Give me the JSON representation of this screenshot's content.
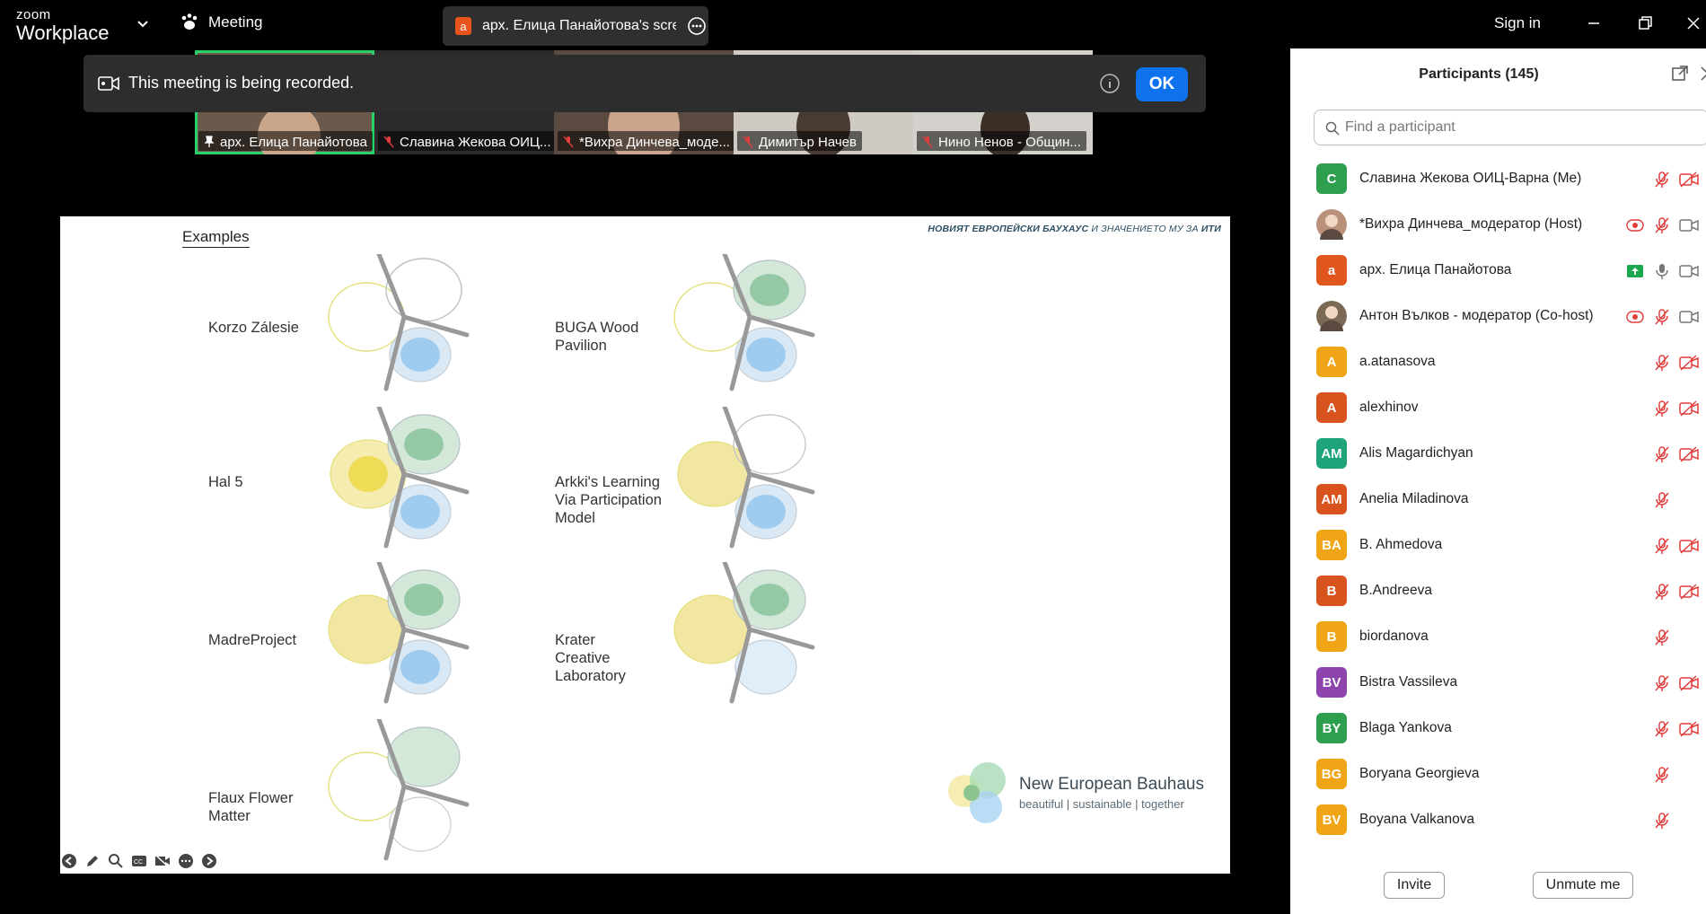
{
  "app": {
    "logo_small": "zoom",
    "logo_big": "Workplace",
    "meeting_label": "Meeting",
    "sign_in": "Sign in"
  },
  "share_pill": {
    "avatar_letter": "a",
    "label": "арх. Елица Панайотова's screen"
  },
  "gallery": [
    {
      "name": "арх. Елица Панайотова",
      "icon": "pin-icon",
      "active": true
    },
    {
      "name": "Славина Жекова ОИЦ...",
      "icon": "muted-mic-icon"
    },
    {
      "name": "*Вихра Динчева_моде...",
      "icon": "muted-mic-icon"
    },
    {
      "name": "Димитър Начев",
      "icon": "muted-mic-icon"
    },
    {
      "name": "Нино Ненов - Общин...",
      "icon": "muted-mic-icon"
    }
  ],
  "recording_banner": {
    "text": "This meeting is being recorded.",
    "ok_label": "OK"
  },
  "slide": {
    "section_title": "Examples",
    "header_right_a": "НОВИЯТ ЕВРОПЕЙСКИ БАУХАУС",
    "header_right_b": " и значението му за ",
    "header_right_c": "ИТИ",
    "examples": [
      {
        "label": "Korzo Zálesie"
      },
      {
        "label": "BUGA Wood Pavilion"
      },
      {
        "label": "Hal 5"
      },
      {
        "label": "Arkki's Learning Via Participation Model"
      },
      {
        "label": "MadreProject"
      },
      {
        "label": "Krater Creative Laboratory"
      },
      {
        "label": "Flaux Flower Matter"
      }
    ],
    "brand_title": "New European Bauhaus",
    "brand_tagline": "beautiful | sustainable | together"
  },
  "participants": {
    "title": "Participants (145)",
    "search_placeholder": "Find a participant",
    "list": [
      {
        "initials": "C",
        "color": "#2e9e4f",
        "name": "Славина Жекова ОИЦ-Варна (Me)",
        "mic": "muted",
        "video": "off"
      },
      {
        "initials": "",
        "color": "#b9907a",
        "name": "*Вихра Динчева_модератор (Host)",
        "rec": true,
        "mic": "muted",
        "video": "on"
      },
      {
        "initials": "a",
        "color": "#e0561d",
        "name": "арх. Елица Панайотова",
        "share": true,
        "mic": "on",
        "video": "on"
      },
      {
        "initials": "",
        "color": "#7a6a55",
        "name": "Антон Вълков - модератор (Co-host)",
        "rec": true,
        "mic": "muted",
        "video": "on"
      },
      {
        "initials": "A",
        "color": "#f0a516",
        "name": "a.atanasova",
        "mic": "muted",
        "video": "off"
      },
      {
        "initials": "A",
        "color": "#d9531e",
        "name": "alexhinov",
        "mic": "muted",
        "video": "off"
      },
      {
        "initials": "AM",
        "color": "#1fa37a",
        "name": "Alis Magardichyan",
        "mic": "muted",
        "video": "off"
      },
      {
        "initials": "AM",
        "color": "#d9531e",
        "name": "Anelia Miladinova",
        "mic": "muted"
      },
      {
        "initials": "BA",
        "color": "#f0a516",
        "name": "B. Ahmedova",
        "mic": "muted",
        "video": "off"
      },
      {
        "initials": "B",
        "color": "#d9531e",
        "name": "B.Andreeva",
        "mic": "muted",
        "video": "off"
      },
      {
        "initials": "B",
        "color": "#f0a516",
        "name": "biordanova",
        "mic": "muted"
      },
      {
        "initials": "BV",
        "color": "#8e44ad",
        "name": "Bistra Vassileva",
        "mic": "muted",
        "video": "off"
      },
      {
        "initials": "BY",
        "color": "#2e9e4f",
        "name": "Blaga Yankova",
        "mic": "muted",
        "video": "off"
      },
      {
        "initials": "BG",
        "color": "#f0a516",
        "name": "Boryana Georgieva",
        "mic": "muted"
      },
      {
        "initials": "BV",
        "color": "#f0a516",
        "name": "Boyana Valkanova",
        "mic": "muted"
      }
    ],
    "invite_label": "Invite",
    "unmute_label": "Unmute me"
  }
}
